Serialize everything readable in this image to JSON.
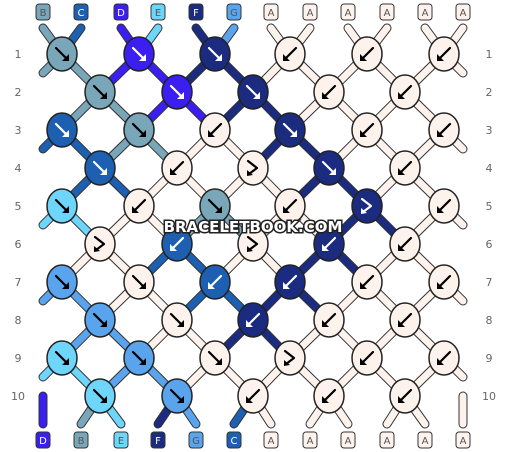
{
  "watermark": "BRACELETBOOK.COM",
  "colors": {
    "A": "#fdf3ec",
    "B": "#7aa6ba",
    "C": "#1d5fb0",
    "D": "#3a1ff0",
    "E": "#6fd6fb",
    "F": "#1a2b80",
    "G": "#5aa4ee"
  },
  "top_strings": [
    "B",
    "C",
    "D",
    "E",
    "F",
    "G",
    "A",
    "A",
    "A",
    "A",
    "A",
    "A"
  ],
  "bottom_strings": [
    "D",
    "B",
    "E",
    "F",
    "G",
    "C",
    "A",
    "A",
    "A",
    "A",
    "A",
    "A"
  ],
  "row_labels": [
    "1",
    "2",
    "3",
    "4",
    "5",
    "6",
    "7",
    "8",
    "9",
    "10"
  ],
  "knot_rows": [
    [
      {
        "c": "B",
        "k": "f"
      },
      {
        "c": "D",
        "k": "f"
      },
      {
        "c": "F",
        "k": "f"
      },
      {
        "c": "A",
        "k": "b"
      },
      {
        "c": "A",
        "k": "b"
      },
      {
        "c": "A",
        "k": "b"
      }
    ],
    [
      {
        "c": "B",
        "k": "f"
      },
      {
        "c": "D",
        "k": "f"
      },
      {
        "c": "F",
        "k": "f"
      },
      {
        "c": "A",
        "k": "b"
      },
      {
        "c": "A",
        "k": "b"
      }
    ],
    [
      {
        "c": "C",
        "k": "f"
      },
      {
        "c": "B",
        "k": "f"
      },
      {
        "c": "A",
        "k": "b"
      },
      {
        "c": "F",
        "k": "f"
      },
      {
        "c": "A",
        "k": "b"
      },
      {
        "c": "A",
        "k": "b"
      }
    ],
    [
      {
        "c": "C",
        "k": "f"
      },
      {
        "c": "A",
        "k": "b"
      },
      {
        "c": "A",
        "k": "fb"
      },
      {
        "c": "F",
        "k": "f"
      },
      {
        "c": "A",
        "k": "b"
      }
    ],
    [
      {
        "c": "E",
        "k": "f"
      },
      {
        "c": "A",
        "k": "b"
      },
      {
        "c": "B",
        "k": "f"
      },
      {
        "c": "A",
        "k": "b"
      },
      {
        "c": "F",
        "k": "fb"
      },
      {
        "c": "A",
        "k": "b"
      }
    ],
    [
      {
        "c": "A",
        "k": "fb"
      },
      {
        "c": "C",
        "k": "b"
      },
      {
        "c": "A",
        "k": "fb"
      },
      {
        "c": "F",
        "k": "b"
      },
      {
        "c": "A",
        "k": "b"
      }
    ],
    [
      {
        "c": "G",
        "k": "f"
      },
      {
        "c": "A",
        "k": "f"
      },
      {
        "c": "C",
        "k": "b"
      },
      {
        "c": "F",
        "k": "b"
      },
      {
        "c": "A",
        "k": "b"
      },
      {
        "c": "A",
        "k": "b"
      }
    ],
    [
      {
        "c": "G",
        "k": "f"
      },
      {
        "c": "A",
        "k": "f"
      },
      {
        "c": "F",
        "k": "b"
      },
      {
        "c": "A",
        "k": "b"
      },
      {
        "c": "A",
        "k": "b"
      }
    ],
    [
      {
        "c": "E",
        "k": "f"
      },
      {
        "c": "G",
        "k": "f"
      },
      {
        "c": "A",
        "k": "f"
      },
      {
        "c": "A",
        "k": "fb"
      },
      {
        "c": "A",
        "k": "b"
      },
      {
        "c": "A",
        "k": "b"
      }
    ],
    [
      {
        "c": "E",
        "k": "f"
      },
      {
        "c": "G",
        "k": "f"
      },
      {
        "c": "A",
        "k": "b"
      },
      {
        "c": "A",
        "k": "b"
      },
      {
        "c": "A",
        "k": "b"
      }
    ]
  ]
}
